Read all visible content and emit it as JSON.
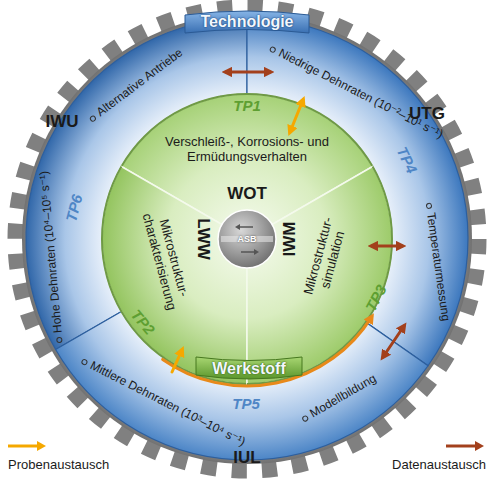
{
  "diagram": {
    "nodes": [
      {
        "text": [
          "Technologie"
        ]
      },
      {
        "text": [
          "IWU",
          "TP6",
          "Alternative Antriebe",
          "Hohe Dehnraten (10⁴–10⁵ s⁻¹)"
        ]
      },
      {
        "text": [
          "UTG",
          "TP4",
          "Niedrige Dehnraten (10⁻²–10¹ s⁻¹)",
          "Temperaturmessung"
        ]
      },
      {
        "text": [
          "IUL",
          "TP5",
          "Mittlere Dehnraten (10³–10⁴ s⁻¹)",
          "Modellbildung"
        ]
      },
      {
        "text": [
          "TP1",
          "Verschleiß-, Korrosions- und Ermüdungsverhalten",
          "WOT"
        ]
      },
      {
        "text": [
          "TP2",
          "Mikrostruktur- charakterisierung",
          "LWW"
        ]
      },
      {
        "text": [
          "TP3",
          "Mikrostruktur- simulation",
          "IWM"
        ]
      },
      {
        "text": [
          "ASB"
        ]
      },
      {
        "text": [
          "Werkstoff"
        ]
      }
    ],
    "edges": [
      {
        "from": 1,
        "to": 2,
        "arrow": "both"
      },
      {
        "from": 4,
        "to": 2,
        "arrow": "both"
      },
      {
        "from": 6,
        "to": 2,
        "arrow": "both"
      },
      {
        "from": 2,
        "to": 3,
        "arrow": "both"
      },
      {
        "from": 5,
        "to": 6,
        "arrow": "to"
      },
      {
        "from": 3,
        "to": 5,
        "arrow": "to"
      }
    ],
    "legend": [
      {
        "text": "Probenaustausch",
        "color": "#f5a800"
      },
      {
        "text": "Datenaustausch",
        "color": "#a3401c"
      }
    ]
  }
}
